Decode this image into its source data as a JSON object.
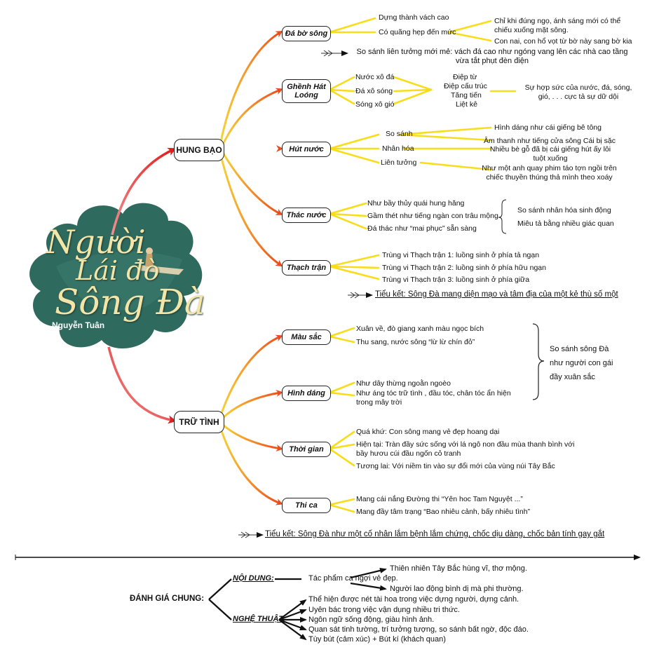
{
  "cover": {
    "title_line1": "Người",
    "title_line2": "Lái đò",
    "title_line3": "Sông Đà",
    "author": "Nguyễn Tuân"
  },
  "hung_bao": {
    "label": "HUNG BẠO",
    "da_bo_song": {
      "label": "Đá bờ sông",
      "items": [
        "Dựng thành vách cao",
        "Có quãng hẹp đến mức"
      ],
      "details": [
        "Chỉ khi đúng ngọ, ánh sáng mới có thể chiếu xuống mặt sông.",
        "Con nai, con hổ vọt từ bờ này sang bờ kia"
      ],
      "note": "So sánh liên tưởng mới mẻ: vách đá cao như ngóng vang lên các nhà cao tầng vừa tắt phụt đèn điện"
    },
    "ghenh_hat_loong": {
      "label": "Ghềnh Hát Loóng",
      "items": [
        "Nước xô đá",
        "Đá xô sóng",
        "Sóng xô gió"
      ],
      "devices": [
        "Điệp từ",
        "Điệp cấu trúc",
        "Tăng tiến",
        "Liệt kê"
      ],
      "result": "Sự hợp sức của nước, đá, sóng, gió, . . . cực tả sự dữ dội"
    },
    "hut_nuoc": {
      "label": "Hút nước",
      "items": [
        "So sánh",
        "Nhân hóa",
        "Liên tưởng"
      ],
      "details": [
        "Hình dáng như cái giếng bê tông",
        "Âm thanh như tiếng cửa sông Cái bị sặc",
        "Nhiều bè gỗ đã bị cái giếng hút ấy lôi tuột xuống",
        "Như một anh quay phim táo tợn ngồi trên chiếc thuyền thúng thả mình theo xoáy"
      ]
    },
    "thac_nuoc": {
      "label": "Thác nước",
      "items": [
        "Như bầy thủy quái hung hăng",
        "Gầm thét như tiếng ngàn con trâu mộng",
        "Đá thác như “mai phục” sẵn sàng"
      ],
      "notes": [
        "So sánh nhân hóa sinh động",
        "Miêu tả bằng nhiều giác quan"
      ]
    },
    "thach_tran": {
      "label": "Thạch trận",
      "items": [
        "Trùng vi Thạch trận 1: luồng sinh ở phía tả ngạn",
        "Trùng vi Thạch trận 2: luồng sinh ở phía hữu ngạn",
        "Trùng vi Thạch trận 3: luồng sinh ở phía giữa"
      ]
    },
    "summary": "Tiểu kết: Sông Đà mang diện mạo và tâm địa của một kẻ thù số một"
  },
  "tru_tinh": {
    "label": "TRỮ TÌNH",
    "mau_sac": {
      "label": "Màu sắc",
      "items": [
        "Xuân về, đò giang xanh màu ngọc bích",
        "Thu sang, nước sông “lừ lừ chín đỏ”"
      ]
    },
    "hinh_dang": {
      "label": "Hình dáng",
      "items": [
        "Như dây thừng ngoằn ngoèo",
        "Như áng tóc trữ tình , đầu tóc, chân tóc ẩn hiện trong mây trời"
      ]
    },
    "compare_note": "So sánh sông Đà như người con gái đầy xuân sắc",
    "thoi_gian": {
      "label": "Thời gian",
      "items": [
        "Quá khứ: Con sông mang vẻ đẹp hoang dại",
        "Hiện tại: Tràn đầy sức sống với lá ngô non đầu mùa thanh bình với bầy hươu cúi đầu ngốn cỏ tranh",
        "Tương lai: Với niềm tin vào sự đổi mới của vùng núi Tây Bắc"
      ]
    },
    "thi_ca": {
      "label": "Thi ca",
      "items": [
        "Mang cái nắng Đường thi “Yên hoc Tam Nguyệt ...”",
        "Mang đầy tâm trạng “Bao nhiêu cảnh, bấy nhiêu tình”"
      ]
    },
    "summary": "Tiểu kết: Sông Đà như một cố nhân lắm bệnh lắm chứng, chốc dịu dàng, chốc bản tính gay gắt"
  },
  "danh_gia": {
    "label": "ĐÁNH GIÁ CHUNG:",
    "noi_dung_label": "NỘI DUNG:",
    "noi_dung_main": "Tác phẩm ca ngợi vẻ đẹp.",
    "noi_dung_items": [
      "Thiên nhiên Tây Bắc hùng vĩ, thơ mộng.",
      "Người lao động bình dị mà phi thường."
    ],
    "nghe_thuat_label": "NGHỆ THUẬT:",
    "nghe_thuat_items": [
      "Thể hiện được nét tài hoa trong việc dựng người, dựng cảnh.",
      "Uyên bác trong việc vận dụng nhiều tri thức.",
      "Ngôn ngữ sống động, giàu hình ảnh.",
      "Quan sát tinh tường, trí tưởng tượng, so sánh bất ngờ, độc đáo.",
      "Tùy bút (cảm xúc) + Bút kí (khách quan)"
    ]
  },
  "colors": {
    "arrow_red": "#e32626",
    "arrow_orange": "#f26a1b",
    "line_yellow": "#f7dd1a",
    "cloud_green": "#2f6a5e",
    "title_cream": "#f3e5a8"
  }
}
